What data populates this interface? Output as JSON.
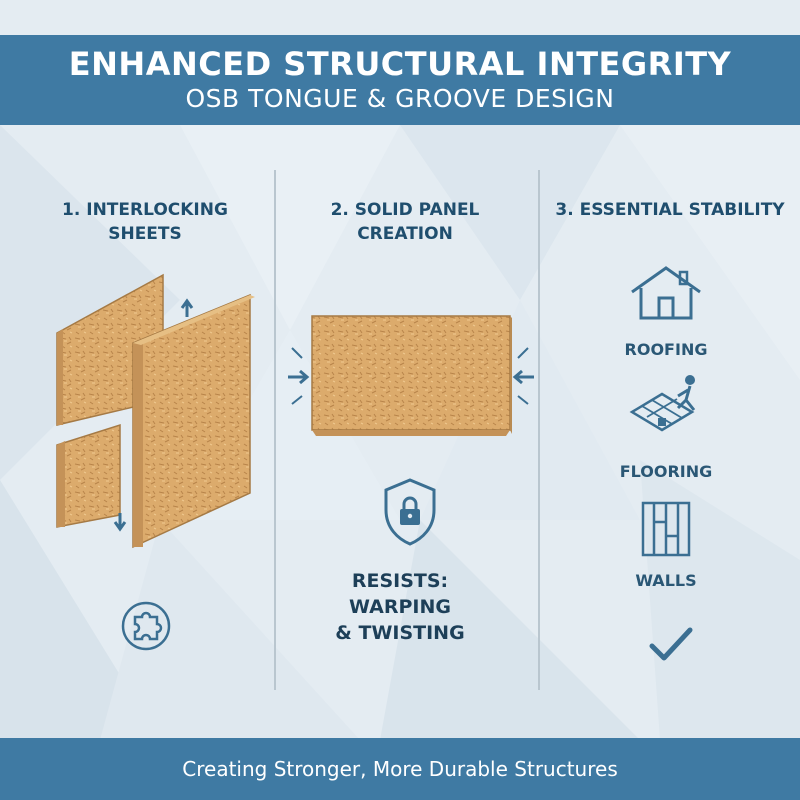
{
  "header": {
    "title": "ENHANCED STRUCTURAL INTEGRITY",
    "subtitle": "OSB TONGUE & GROOVE DESIGN"
  },
  "columns": [
    {
      "title_line1": "1. INTERLOCKING",
      "title_line2": "SHEETS",
      "icons": [
        "osb-panels-illustration",
        "puzzle-icon"
      ]
    },
    {
      "title_line1": "2. SOLID PANEL",
      "title_line2": "CREATION",
      "icons": [
        "osb-solid-panel-illustration",
        "shield-lock-icon"
      ],
      "resists_line1": "RESISTS:",
      "resists_line2": "WARPING",
      "resists_line3": "& TWISTING"
    },
    {
      "title_line1": "3. ESSENTIAL STABILITY",
      "items": [
        {
          "label": "ROOFING",
          "icon": "house-icon"
        },
        {
          "label": "FLOORING",
          "icon": "worker-flooring-icon"
        },
        {
          "label": "WALLS",
          "icon": "wall-studs-icon"
        }
      ],
      "final_icon": "checkmark-icon"
    }
  ],
  "footer": {
    "text": "Creating Stronger, More Durable Structures"
  },
  "colors": {
    "accent": "#3f7aa3",
    "background": "#e4ecf2",
    "osb": "#d9a96a",
    "icon": "#3b6f92",
    "text_dark": "#1f4e6e"
  }
}
